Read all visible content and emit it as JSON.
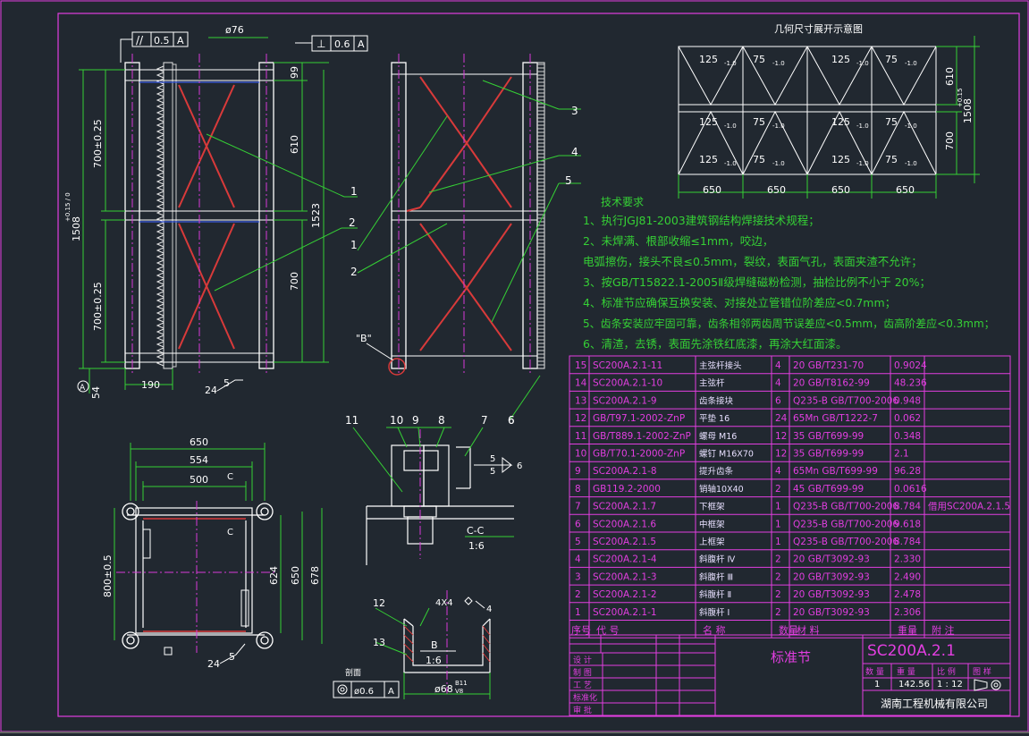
{
  "colors": {
    "background": "#212830",
    "frame": "#e23ee0",
    "steel": "#ffffff",
    "dimension": "#35d035",
    "rack": "#e8e8e8",
    "diagonal_red": "#d83a3a",
    "diagonal_yellow": "#e0c040",
    "centerline": "#d83ad8",
    "notes": "#35d035",
    "table_text": "#e23ee0",
    "title_text": "#e23ee0",
    "accent_blue": "#3a5ae0"
  },
  "front_view": {
    "tol_parallel": "0.5",
    "tol_parallel_ref": "A",
    "tol_perp": "0.6",
    "tol_perp_ref": "A",
    "dia": "ø76",
    "dims_left": [
      "700±0.25",
      "700±0.25"
    ],
    "overall_height": "1508",
    "overall_height_tol": "+0.15 / 0",
    "dims_right": [
      "99",
      "610",
      "1523",
      "700"
    ],
    "bottom_width": "190",
    "weld_label": "24",
    "weld_num": "5",
    "bottom_dim": "54",
    "datum": "A",
    "callouts": [
      "1",
      "2"
    ]
  },
  "side_view": {
    "callouts": [
      "3",
      "4",
      "5",
      "1",
      "2",
      "6"
    ],
    "detail_label": "\"B\""
  },
  "layout_view": {
    "title": "几何尺寸展开示意图",
    "cells_top": [
      "125",
      "75",
      "125",
      "75"
    ],
    "cells_mid": [
      "125",
      "75",
      "125",
      "75"
    ],
    "cells_bot": [
      "125",
      "75",
      "125",
      "75"
    ],
    "cell_tol": "-1.0",
    "widths": [
      "650",
      "650",
      "650",
      "650"
    ],
    "heights": [
      "610",
      "700"
    ],
    "total_height": "1508",
    "total_height_tol": "+0.15"
  },
  "notes": {
    "title": "技术要求",
    "items": [
      "1、执行JGJ81-2003建筑钢结构焊接技术规程；",
      "2、未焊满、根部收缩≤1mm，咬边，",
      "    电弧擦伤，接头不良≤0.5mm，裂纹，表面气孔，表面夹渣不允许；",
      "3、按GB/T15822.1-2005Ⅱ级焊缝磁粉检测，抽检比例不小于 20%；",
      "4、标准节应确保互换安装、对接处立管错位阶差应<0.7mm；",
      "5、齿条安装应牢固可靠，齿条相邻两齿周节误差应<0.5mm，齿高阶差应<0.3mm；",
      "6、清渣，去锈，表面先涂铁红底漆，再涂大红面漆。"
    ]
  },
  "plan_view": {
    "dims_top": [
      "650",
      "554",
      "500"
    ],
    "dims_left": [
      "800±0.5"
    ],
    "dims_right": [
      "624",
      "650",
      "678"
    ],
    "section_mark": "C",
    "weld_label": "24",
    "weld_num": "5"
  },
  "section_cc": {
    "callouts": [
      "11",
      "10",
      "9",
      "8",
      "7",
      "6"
    ],
    "weld": "5",
    "weld2": "6",
    "title": "C-C",
    "scale": "1:6"
  },
  "detail_b": {
    "callouts": [
      "12",
      "13"
    ],
    "weld": "4X4",
    "weld2": "4",
    "title": "B",
    "scale": "1:6",
    "caption": "剖面",
    "tol": "ø0.6",
    "tol_ref": "A",
    "dia": "ø68",
    "fit_top": "B11",
    "fit_bot": "V8"
  },
  "bom": {
    "rows": [
      {
        "no": "15",
        "code": "SC200A.2.1-11",
        "name": "主弦杆接头",
        "qty": "4",
        "mat": "20 GB/T231-70",
        "wt": "0.9024",
        "note": ""
      },
      {
        "no": "14",
        "code": "SC200A.2.1-10",
        "name": "主弦杆",
        "qty": "4",
        "mat": "20 GB/T8162-99",
        "wt": "48.236",
        "note": ""
      },
      {
        "no": "13",
        "code": "SC200A.2.1-9",
        "name": "齿条接块",
        "qty": "6",
        "mat": "Q235-B GB/T700-2006",
        "wt": "0.948",
        "note": ""
      },
      {
        "no": "12",
        "code": "GB/T97.1-2002-ZnP",
        "name": "平垫 16",
        "qty": "24",
        "mat": "65Mn GB/T1222-7",
        "wt": "0.062",
        "note": ""
      },
      {
        "no": "11",
        "code": "GB/T889.1-2002-ZnP",
        "name": "螺母 M16",
        "qty": "12",
        "mat": "35 GB/T699-99",
        "wt": "0.348",
        "note": ""
      },
      {
        "no": "10",
        "code": "GB/T70.1-2000-ZnP",
        "name": "螺钉 M16X70",
        "qty": "12",
        "mat": "35 GB/T699-99",
        "wt": "2.1",
        "note": ""
      },
      {
        "no": "9",
        "code": "SC200A.2.1-8",
        "name": "提升齿条",
        "qty": "4",
        "mat": "65Mn GB/T699-99",
        "wt": "96.28",
        "note": ""
      },
      {
        "no": "8",
        "code": "GB119.2-2000",
        "name": "销轴10X40",
        "qty": "2",
        "mat": "45 GB/T699-99",
        "wt": "0.0616",
        "note": ""
      },
      {
        "no": "7",
        "code": "SC200A.2.1.7",
        "name": "下框架",
        "qty": "1",
        "mat": "Q235-B GB/T700-2006",
        "wt": "8.784",
        "note": "借用SC200A.2.1.5"
      },
      {
        "no": "6",
        "code": "SC200A.2.1.6",
        "name": "中框架",
        "qty": "1",
        "mat": "Q235-B GB/T700-2006",
        "wt": "9.618",
        "note": ""
      },
      {
        "no": "5",
        "code": "SC200A.2.1.5",
        "name": "上框架",
        "qty": "1",
        "mat": "Q235-B GB/T700-2006",
        "wt": "8.784",
        "note": ""
      },
      {
        "no": "4",
        "code": "SC200A.2.1-4",
        "name": "斜腹杆 Ⅳ",
        "qty": "2",
        "mat": "20 GB/T3092-93",
        "wt": "2.330",
        "note": ""
      },
      {
        "no": "3",
        "code": "SC200A.2.1-3",
        "name": "斜腹杆 Ⅲ",
        "qty": "2",
        "mat": "20 GB/T3092-93",
        "wt": "2.490",
        "note": ""
      },
      {
        "no": "2",
        "code": "SC200A.2.1-2",
        "name": "斜腹杆 Ⅱ",
        "qty": "2",
        "mat": "20 GB/T3092-93",
        "wt": "2.478",
        "note": ""
      },
      {
        "no": "1",
        "code": "SC200A.2.1-1",
        "name": "斜腹杆 Ⅰ",
        "qty": "2",
        "mat": "20 GB/T3092-93",
        "wt": "2.306",
        "note": ""
      }
    ],
    "header": {
      "no": "序号",
      "code": "代    号",
      "name": "名    称",
      "qty": "数量",
      "mat": "材    料",
      "wt": "重量",
      "note": "附    注"
    }
  },
  "title_block": {
    "part_name": "标准节",
    "drawing_no": "SC200A.2.1",
    "qty_label": "数  量",
    "weight_label": "重  量",
    "scale_label": "比  例",
    "sheet_label": "图  样",
    "qty": "1",
    "weight": "142.56",
    "scale": "1 : 12",
    "company": "湖南工程机械有限公司",
    "roles": [
      "设  计",
      "制  图",
      "工  艺",
      "标准化",
      "审  批"
    ]
  }
}
